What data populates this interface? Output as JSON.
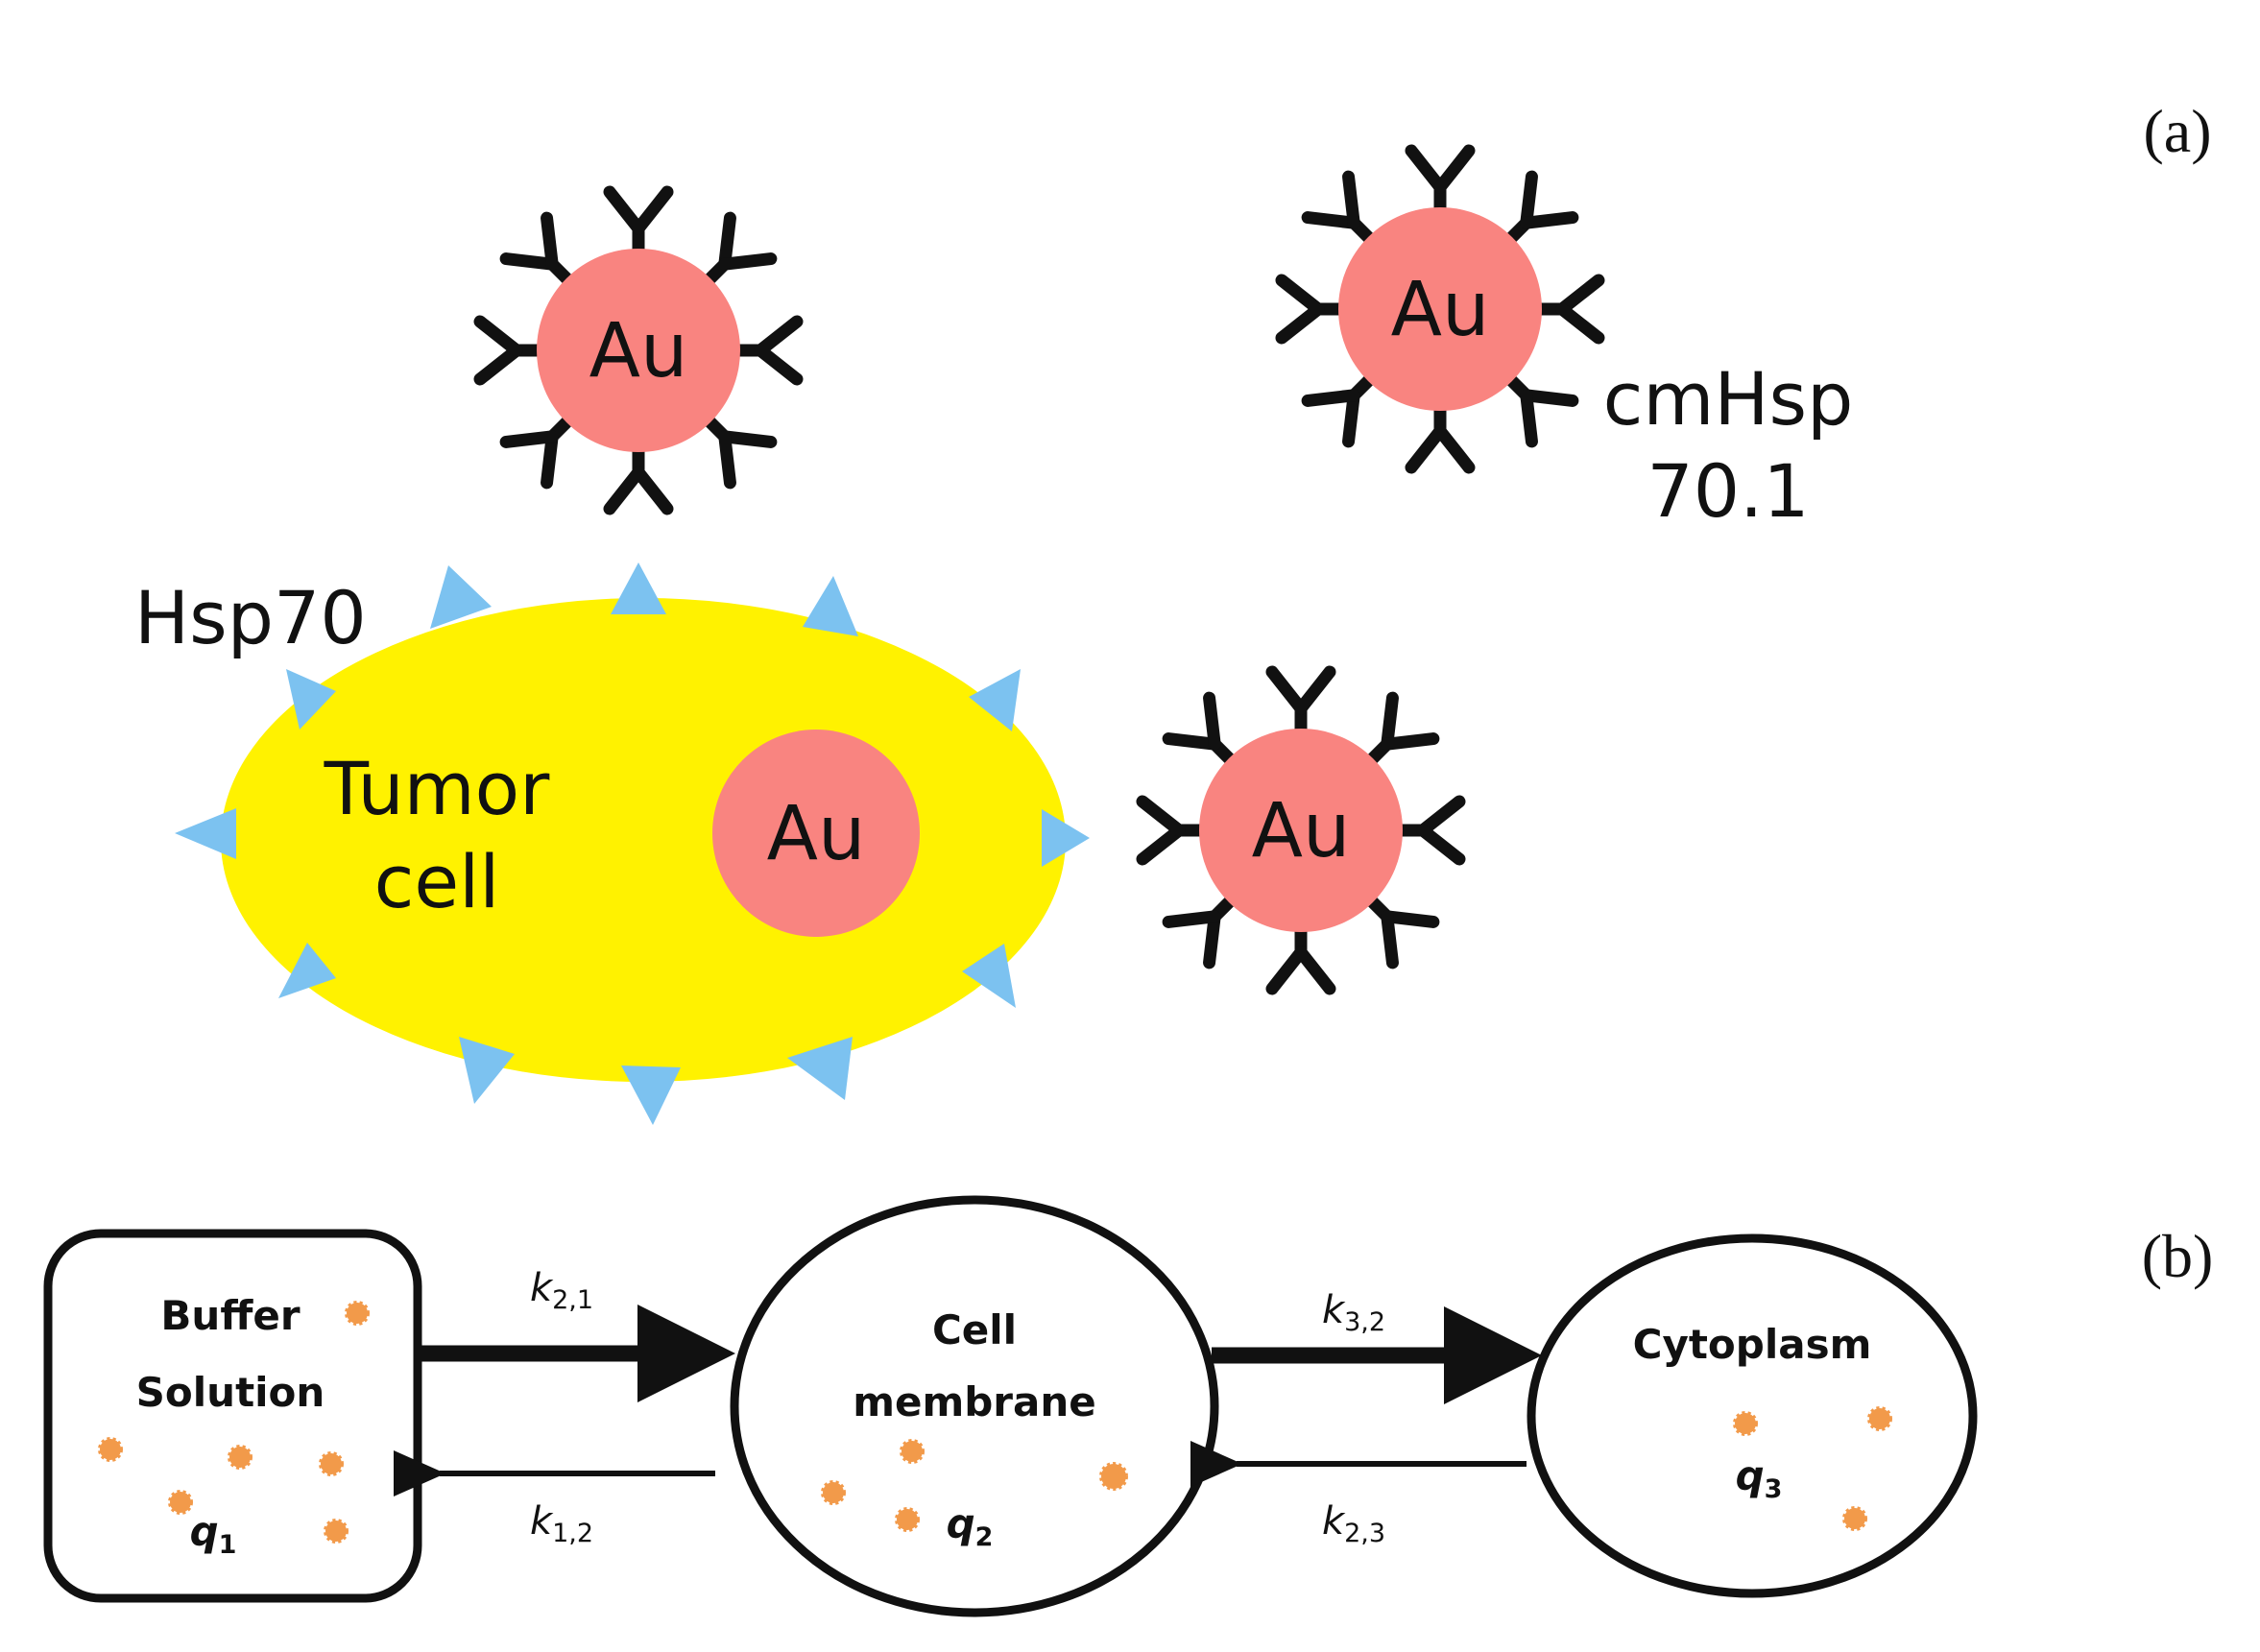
{
  "panel_a": {
    "label": "(a)",
    "nanoparticle_label": "Au",
    "internal_particle_label": "Au",
    "hsp70_label": "Hsp70",
    "tumor_cell_line1": "Tumor",
    "tumor_cell_line2": "cell",
    "antibody_line1": "cmHsp",
    "antibody_line2": "70.1",
    "colors": {
      "gold": "#f98480",
      "cell": "#fff200",
      "receptor": "#7cc2f0",
      "antibody": "#111111"
    }
  },
  "panel_b": {
    "label": "(b)",
    "buffer_line1": "Buffer",
    "buffer_line2": "Solution",
    "membrane_line1": "Cell",
    "membrane_line2": "membrane",
    "cytoplasm": "Cytoplasm",
    "q_symbol": "q",
    "q1_sub": "1",
    "q2_sub": "2",
    "q3_sub": "3",
    "k_symbol": "k",
    "k21_sub": "2,1",
    "k12_sub": "1,2",
    "k32_sub": "3,2",
    "k23_sub": "2,3",
    "colors": {
      "particle": "#f29a4a"
    }
  }
}
